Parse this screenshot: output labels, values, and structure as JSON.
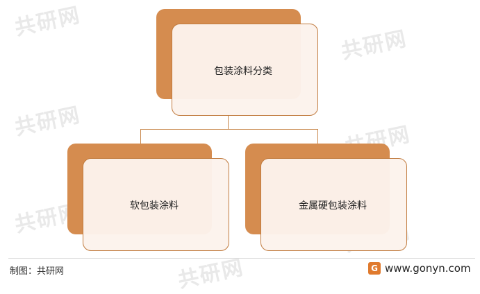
{
  "watermark": {
    "text": "共研网",
    "sub": "www.gonyn.com"
  },
  "diagram": {
    "root": {
      "label": "包装涂料分类"
    },
    "children": [
      {
        "label": "软包装涂料"
      },
      {
        "label": "金属硬包装涂料"
      }
    ]
  },
  "footer": {
    "source": "制图：共研网",
    "brand_icon": "G",
    "brand_url": "www.gonyn.com"
  }
}
